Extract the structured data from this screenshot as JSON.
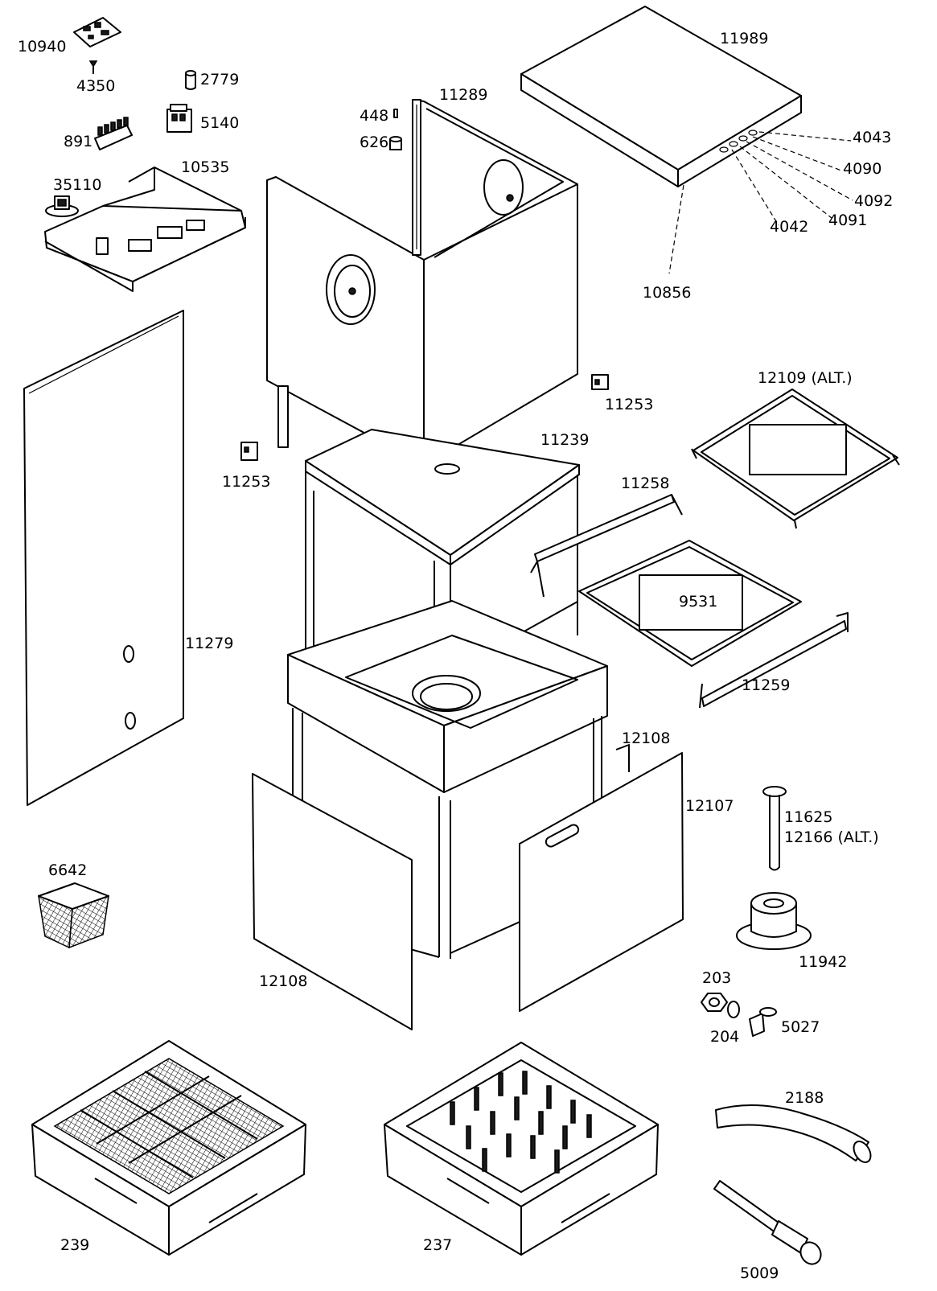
{
  "diagram": {
    "part_labels": [
      {
        "id": "p10940",
        "text": "10940"
      },
      {
        "id": "p4350",
        "text": "4350"
      },
      {
        "id": "p2779",
        "text": "2779"
      },
      {
        "id": "p5140",
        "text": "5140"
      },
      {
        "id": "p891",
        "text": "891"
      },
      {
        "id": "p10535",
        "text": "10535"
      },
      {
        "id": "p35110",
        "text": "35110"
      },
      {
        "id": "p448",
        "text": "448"
      },
      {
        "id": "p626",
        "text": "626"
      },
      {
        "id": "p11289",
        "text": "11289"
      },
      {
        "id": "p11989",
        "text": "11989"
      },
      {
        "id": "p4043",
        "text": "4043"
      },
      {
        "id": "p4090",
        "text": "4090"
      },
      {
        "id": "p4092",
        "text": "4092"
      },
      {
        "id": "p4091",
        "text": "4091"
      },
      {
        "id": "p4042",
        "text": "4042"
      },
      {
        "id": "p10856",
        "text": "10856"
      },
      {
        "id": "p12109",
        "text": "12109  (ALT.)"
      },
      {
        "id": "p11253a",
        "text": "11253"
      },
      {
        "id": "p11253b",
        "text": "11253"
      },
      {
        "id": "p11239",
        "text": "11239"
      },
      {
        "id": "p11258",
        "text": "11258"
      },
      {
        "id": "p9531",
        "text": "9531"
      },
      {
        "id": "p11279",
        "text": "11279"
      },
      {
        "id": "p11259",
        "text": "11259"
      },
      {
        "id": "p12108a",
        "text": "12108"
      },
      {
        "id": "p12107",
        "text": "12107"
      },
      {
        "id": "p11625",
        "text": "11625"
      },
      {
        "id": "p12166",
        "text": "12166  (ALT.)"
      },
      {
        "id": "p6642",
        "text": "6642"
      },
      {
        "id": "p11942",
        "text": "11942"
      },
      {
        "id": "p12108b",
        "text": "12108"
      },
      {
        "id": "p203",
        "text": "203"
      },
      {
        "id": "p204",
        "text": "204"
      },
      {
        "id": "p5027",
        "text": "5027"
      },
      {
        "id": "p2188",
        "text": "2188"
      },
      {
        "id": "p239",
        "text": "239"
      },
      {
        "id": "p237",
        "text": "237"
      },
      {
        "id": "p5009",
        "text": "5009"
      }
    ]
  }
}
